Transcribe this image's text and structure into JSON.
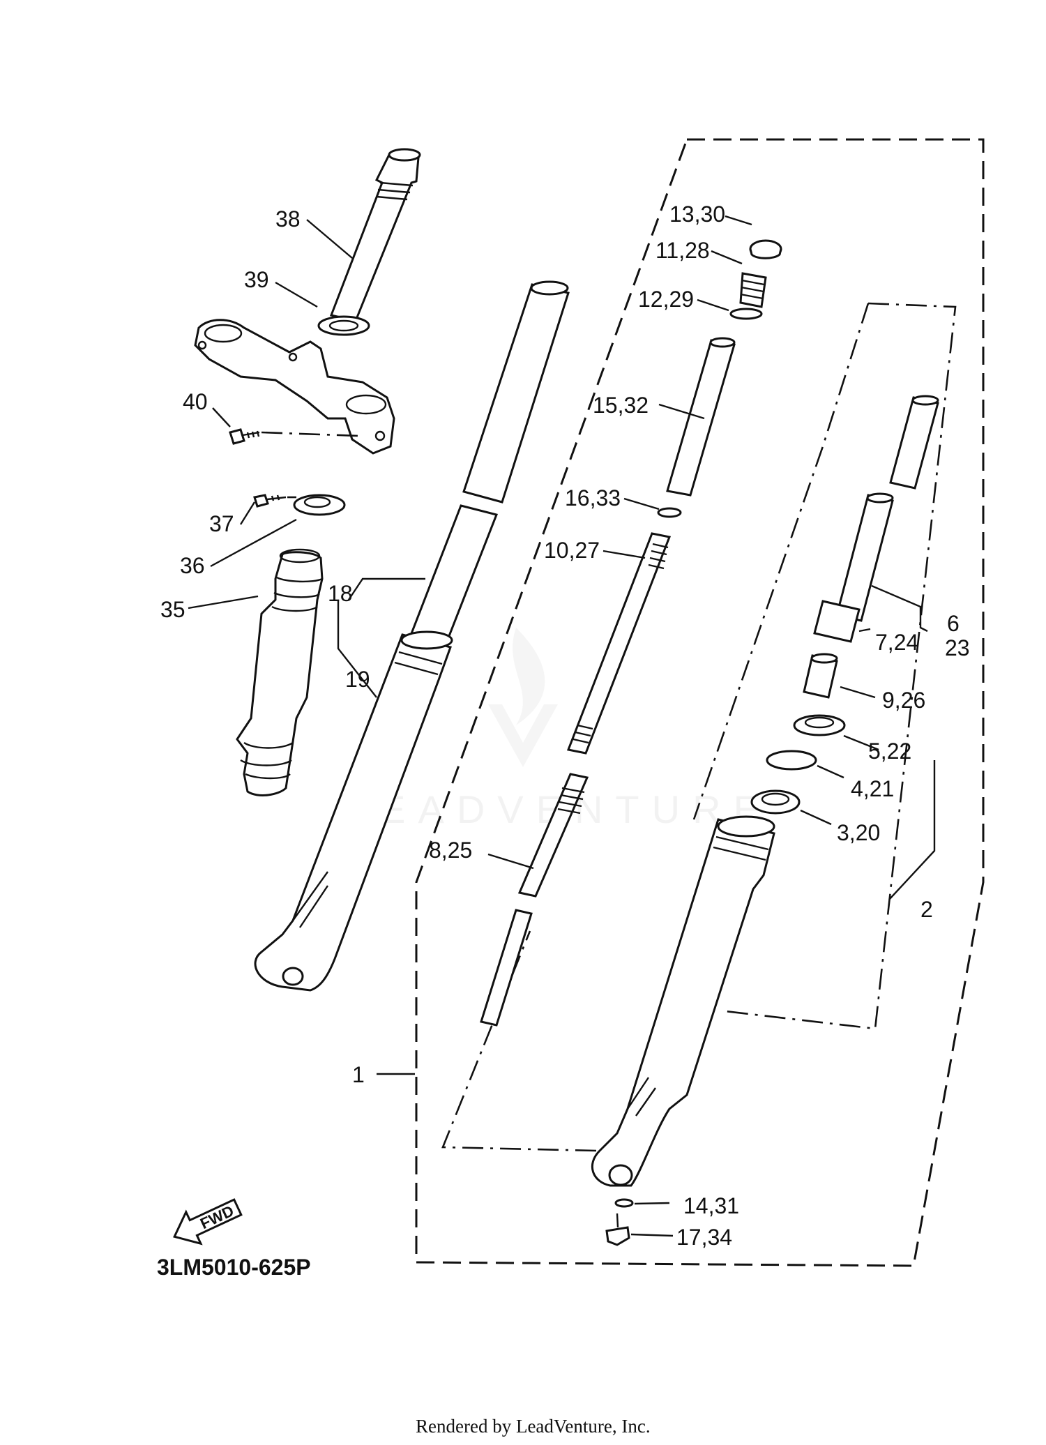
{
  "drawing_number": "3LM5010-625P",
  "footer_credit": "Rendered by LeadVenture, Inc.",
  "watermark": "LEADVENTURE",
  "fwd_label": "FWD",
  "callouts": {
    "c1": "1",
    "c2": "2",
    "c3_20": "3,20",
    "c4_21": "4,21",
    "c5_22": "5,22",
    "c6": "6",
    "c23": "23",
    "c7_24": "7,24",
    "c8_25": "8,25",
    "c9_26": "9,26",
    "c10_27": "10,27",
    "c11_28": "11,28",
    "c12_29": "12,29",
    "c13_30": "13,30",
    "c14_31": "14,31",
    "c15_32": "15,32",
    "c16_33": "16,33",
    "c17_34": "17,34",
    "c18": "18",
    "c19": "19",
    "c35": "35",
    "c36": "36",
    "c37": "37",
    "c38": "38",
    "c39": "39",
    "c40": "40"
  }
}
